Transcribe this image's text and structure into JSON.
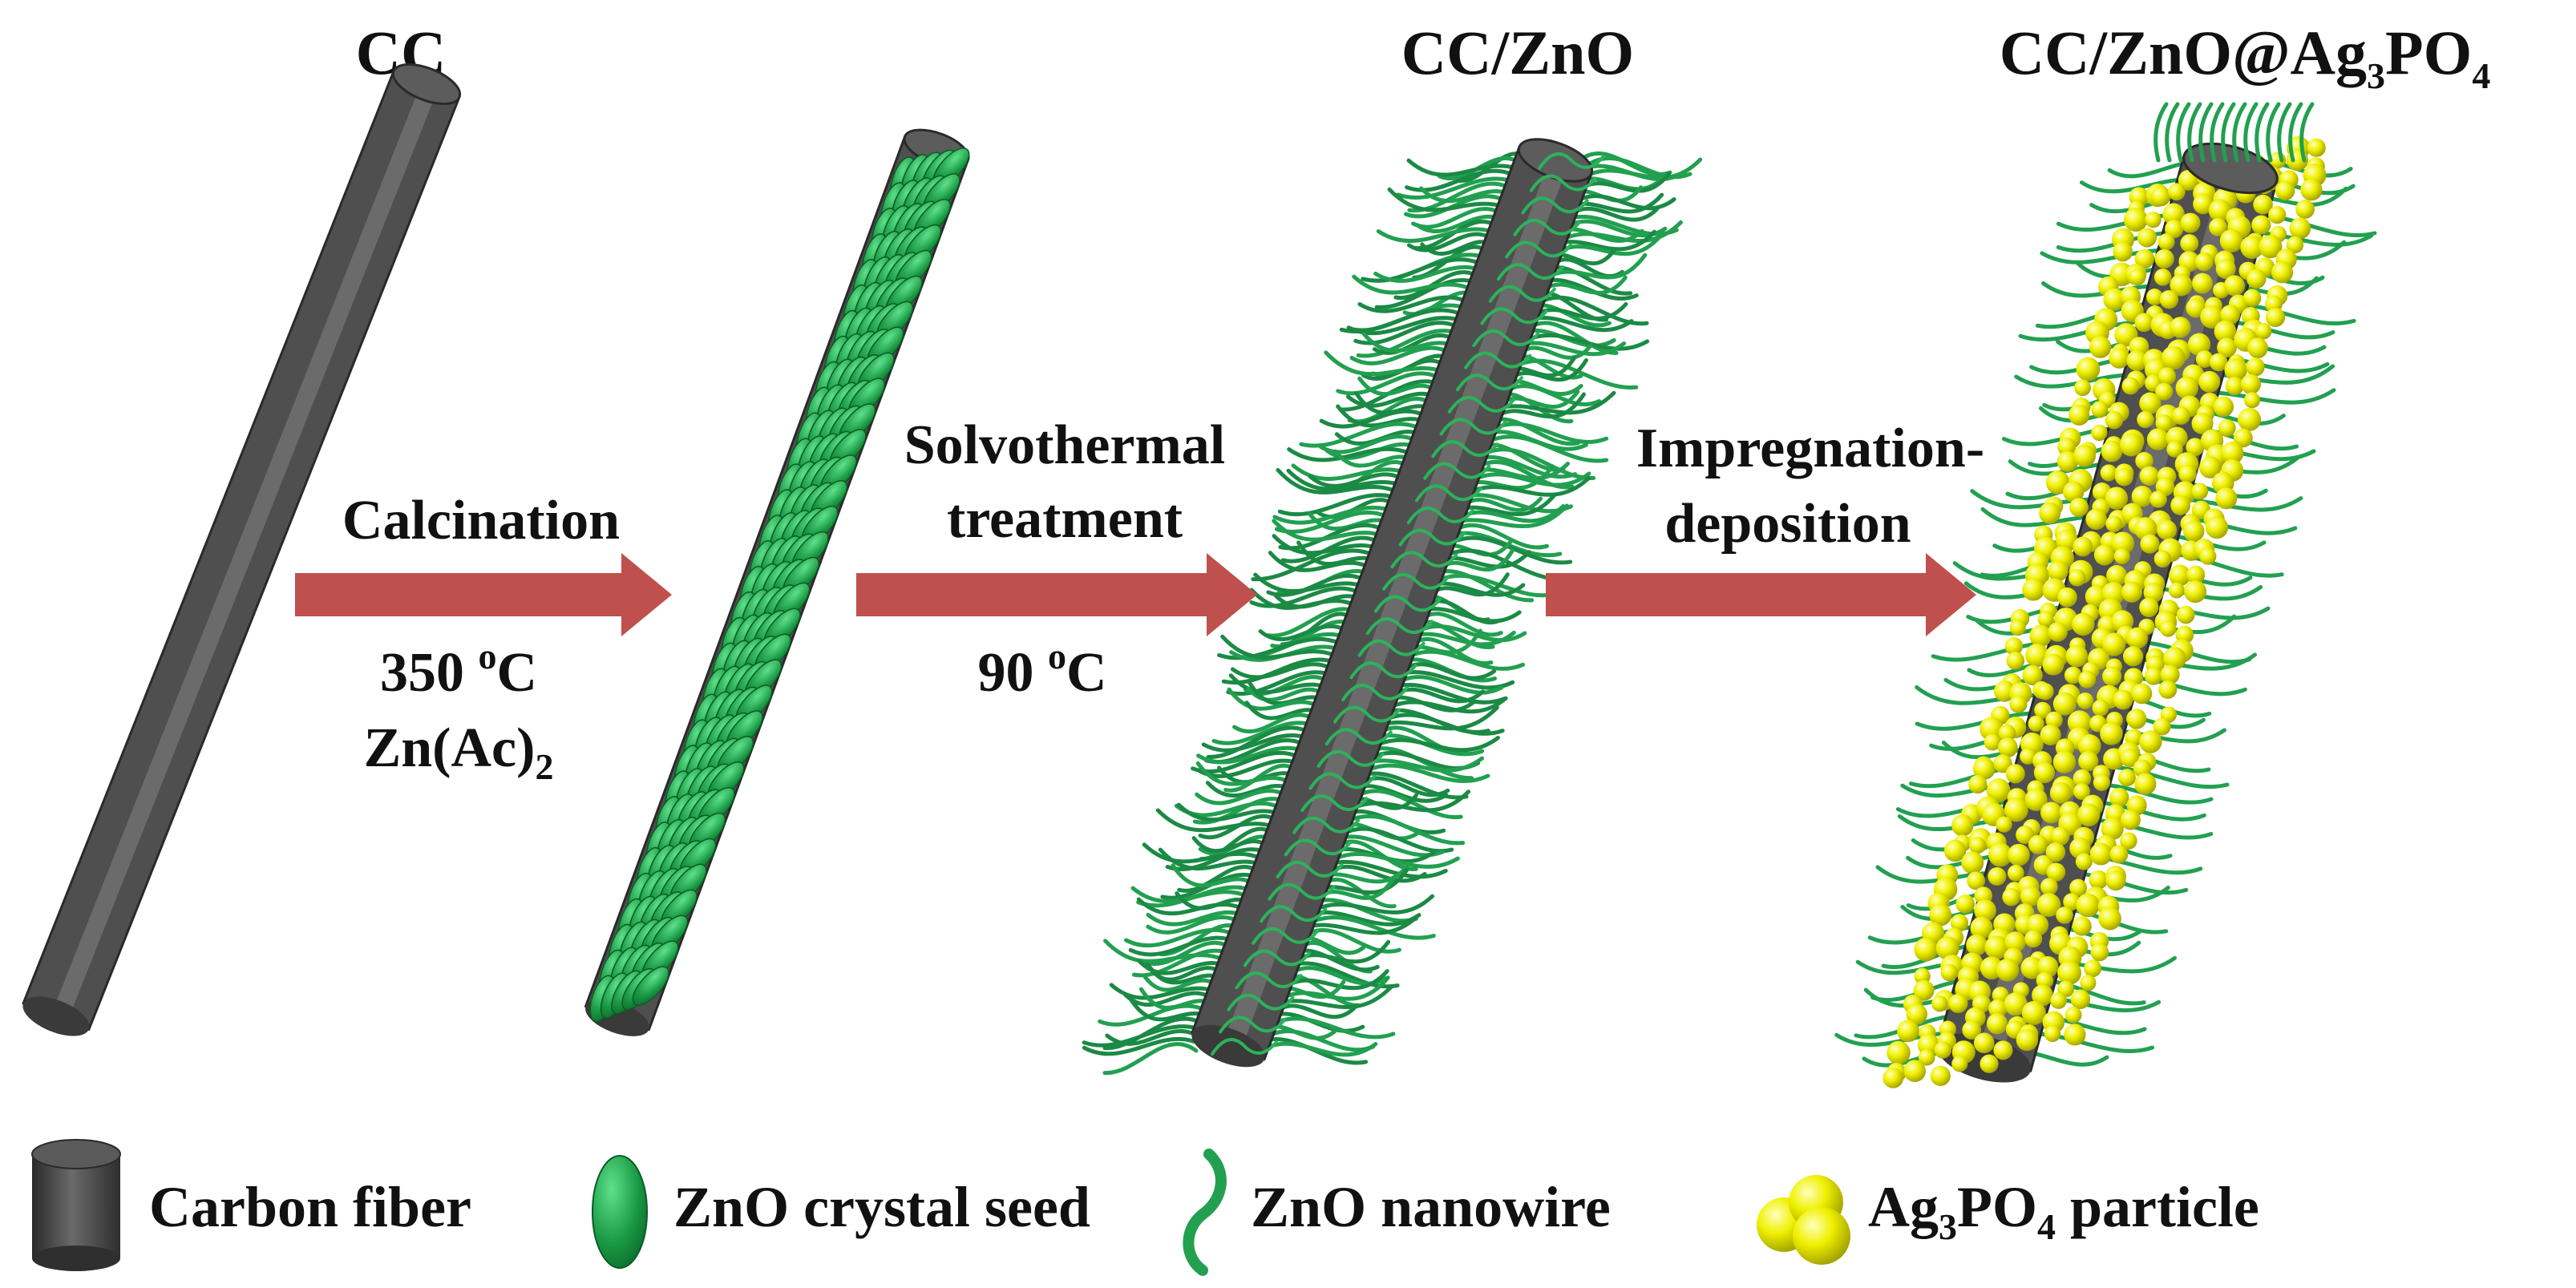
{
  "titles": {
    "cc": "CC",
    "cc_zno": "CC/ZnO",
    "cc_zno_ag3po4": {
      "prefix": "CC/ZnO@Ag",
      "sub1": "3",
      "mid": "PO",
      "sub2": "4"
    }
  },
  "steps": {
    "calcination": {
      "label": "Calcination",
      "temperature": {
        "value": "350 ",
        "sup": "o",
        "unit": "C"
      },
      "reagent": {
        "text": "Zn(Ac)",
        "sub": "2"
      }
    },
    "solvothermal": {
      "label_line1": "Solvothermal",
      "label_line2": "treatment",
      "temperature": {
        "value": "90 ",
        "sup": "o",
        "unit": "C"
      }
    },
    "impregnation": {
      "label_line1": "Impregnation-",
      "label_line2": "deposition"
    }
  },
  "legend": {
    "carbon_fiber": "Carbon fiber",
    "zno_seed": "ZnO crystal seed",
    "zno_nanowire": "ZnO nanowire",
    "ag3po4_particle": {
      "prefix": "Ag",
      "sub1": "3",
      "mid": "PO",
      "sub2": "4",
      "suffix": " particle"
    }
  },
  "colors": {
    "carbon": "#505050",
    "carbon_dark": "#2e2e2e",
    "carbon_light": "#7a7a7a",
    "zno_green": "#1a9a44",
    "zno_green_light": "#3cc56a",
    "wire_green": "#22a050",
    "ag3po4_yellow": "#e6e600",
    "ag3po4_highlight": "#ffff80",
    "arrow": "#c0504d"
  }
}
